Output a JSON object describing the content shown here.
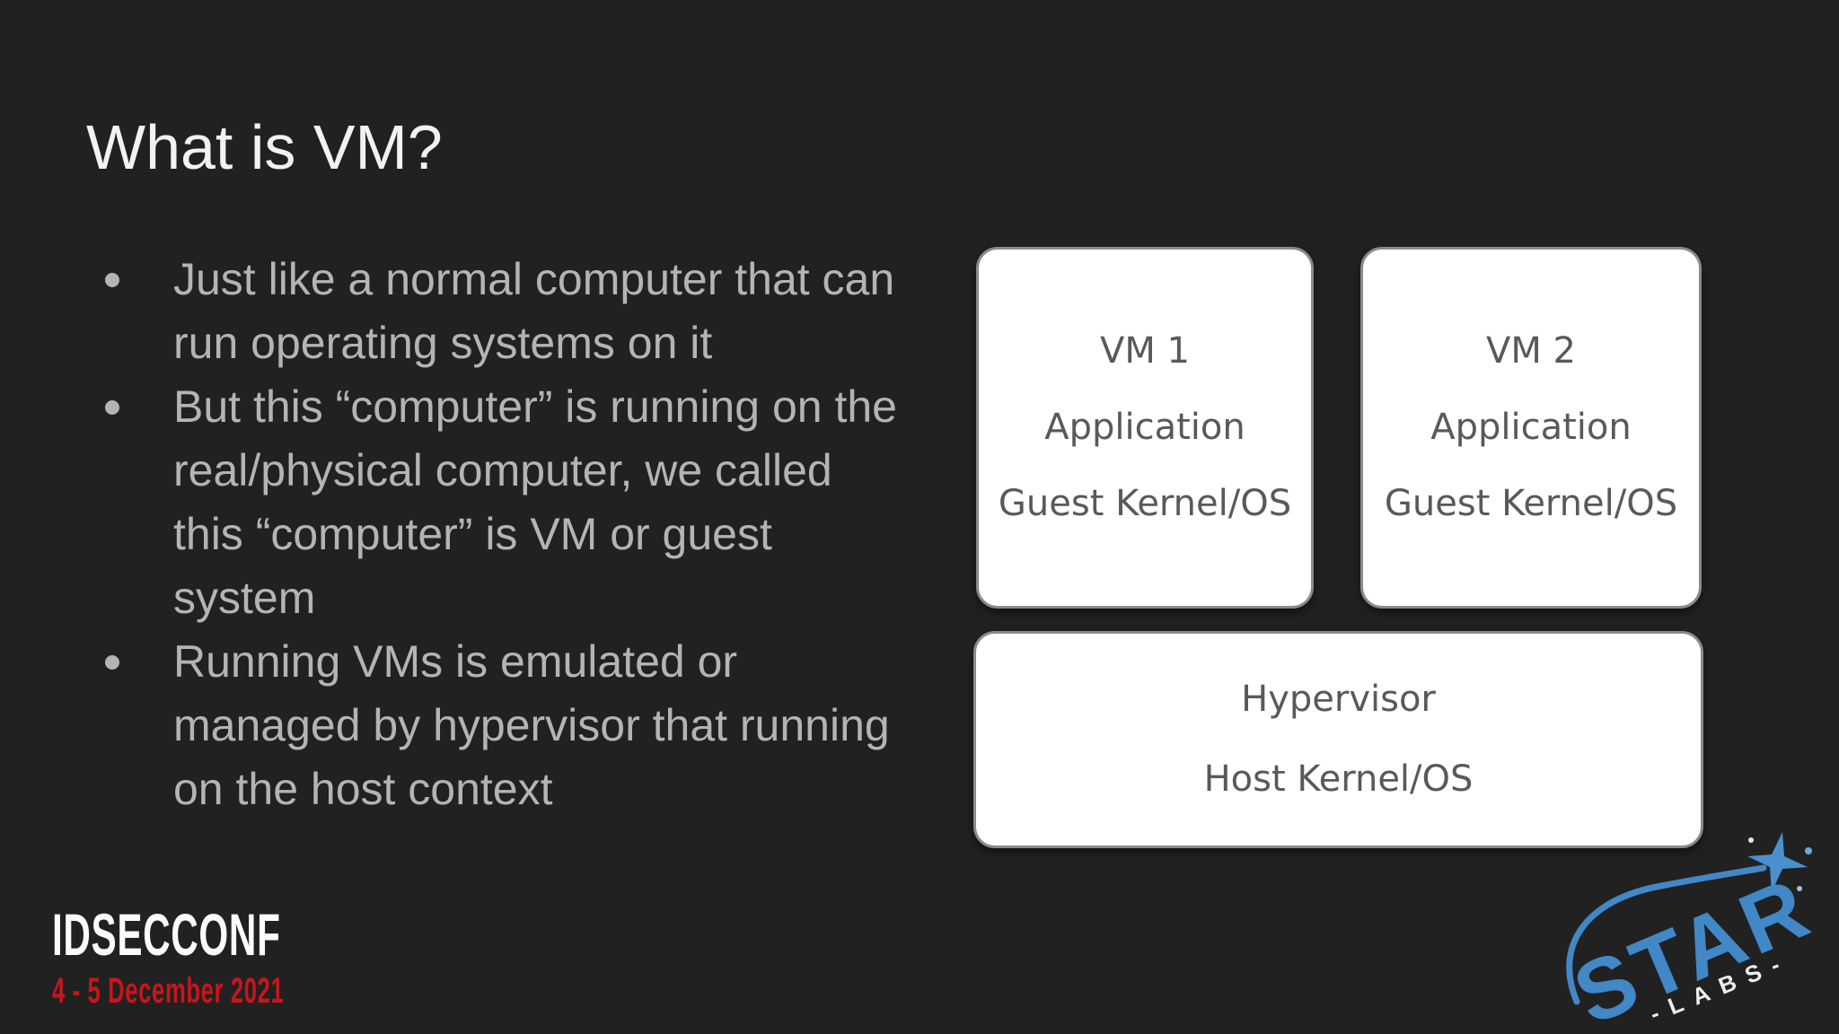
{
  "slide": {
    "title": "What is VM?",
    "bullets": [
      {
        "lines": [
          "Just like a normal computer that can",
          "run operating systems on it"
        ]
      },
      {
        "lines": [
          "But this “computer” is running on the",
          "real/physical computer, we called",
          "this “computer” is VM or guest",
          "system"
        ]
      },
      {
        "lines": [
          "Running VMs is emulated or",
          "managed by hypervisor that running",
          "on the host context"
        ]
      }
    ]
  },
  "diagram": {
    "vm1": {
      "title": "VM 1",
      "lines": [
        "Application",
        "Guest Kernel/OS"
      ]
    },
    "vm2": {
      "title": "VM 2",
      "lines": [
        "Application",
        "Guest Kernel/OS"
      ]
    },
    "host": {
      "lines": [
        "Hypervisor",
        "Host Kernel/OS"
      ]
    }
  },
  "footer": {
    "conference": "IDSECCONF",
    "date": "4 - 5 December 2021"
  },
  "logo": {
    "brand": "STAR",
    "sub": "-LABS-"
  },
  "colors": {
    "background": "#212121",
    "title_text": "#f2f2f2",
    "bullet_text": "#b4b4b4",
    "box_fill": "#ffffff",
    "box_border": "#8a8a8a",
    "box_text": "#595959",
    "conference_white": "#fbfbfb",
    "date_red": "#c9151b",
    "logo_blue": "#4287c6"
  }
}
